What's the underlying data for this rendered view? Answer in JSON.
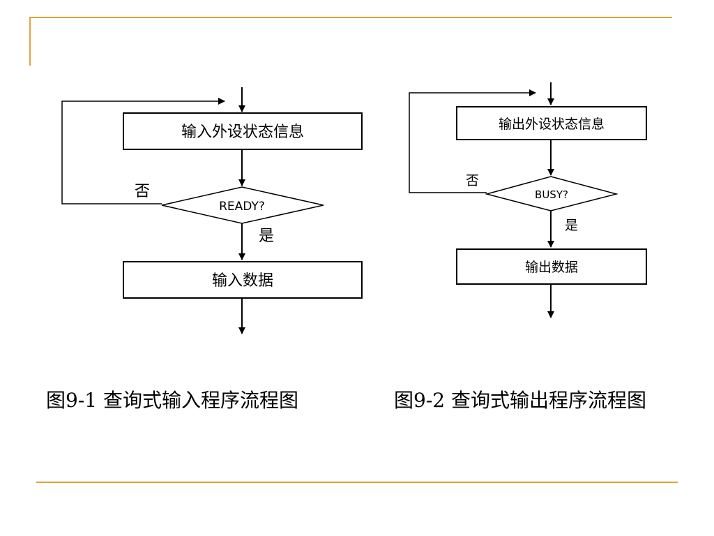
{
  "figure1": {
    "process_box": "输入外设状态信息",
    "decision": "READY?",
    "no_label": "否",
    "yes_label": "是",
    "data_box": "输入数据",
    "caption": "图9-1 查询式输入程序流程图"
  },
  "figure2": {
    "process_box": "输出外设状态信息",
    "decision": "BUSY?",
    "no_label": "否",
    "yes_label": "是",
    "data_box": "输出数据",
    "caption": "图9-2 查询式输出程序流程图"
  },
  "colors": {
    "accent_rule": "#e0a43a",
    "stroke": "#000000"
  }
}
